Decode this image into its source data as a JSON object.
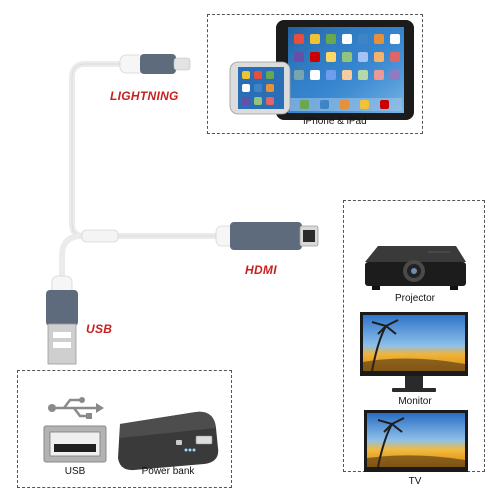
{
  "connectors": {
    "lightning_label": "LIGHTNING",
    "hdmi_label": "HDMI",
    "usb_label": "USB"
  },
  "devices": {
    "apple_caption": "iPhone & iPad",
    "projector_caption": "Projector",
    "monitor_caption": "Monitor",
    "tv_caption": "TV",
    "usb_port_caption": "USB",
    "power_bank_caption": "Power bank"
  },
  "colors": {
    "callout_red": "#c8201f",
    "plug_grey": "#5e6b7d",
    "cable_white": "#f2f2f2"
  },
  "icons": [
    "lightning-plug",
    "hdmi-plug",
    "usb-plug",
    "ipad",
    "iphone",
    "projector",
    "monitor",
    "tv",
    "usb-symbol-icon",
    "usb-port",
    "power-bank"
  ]
}
